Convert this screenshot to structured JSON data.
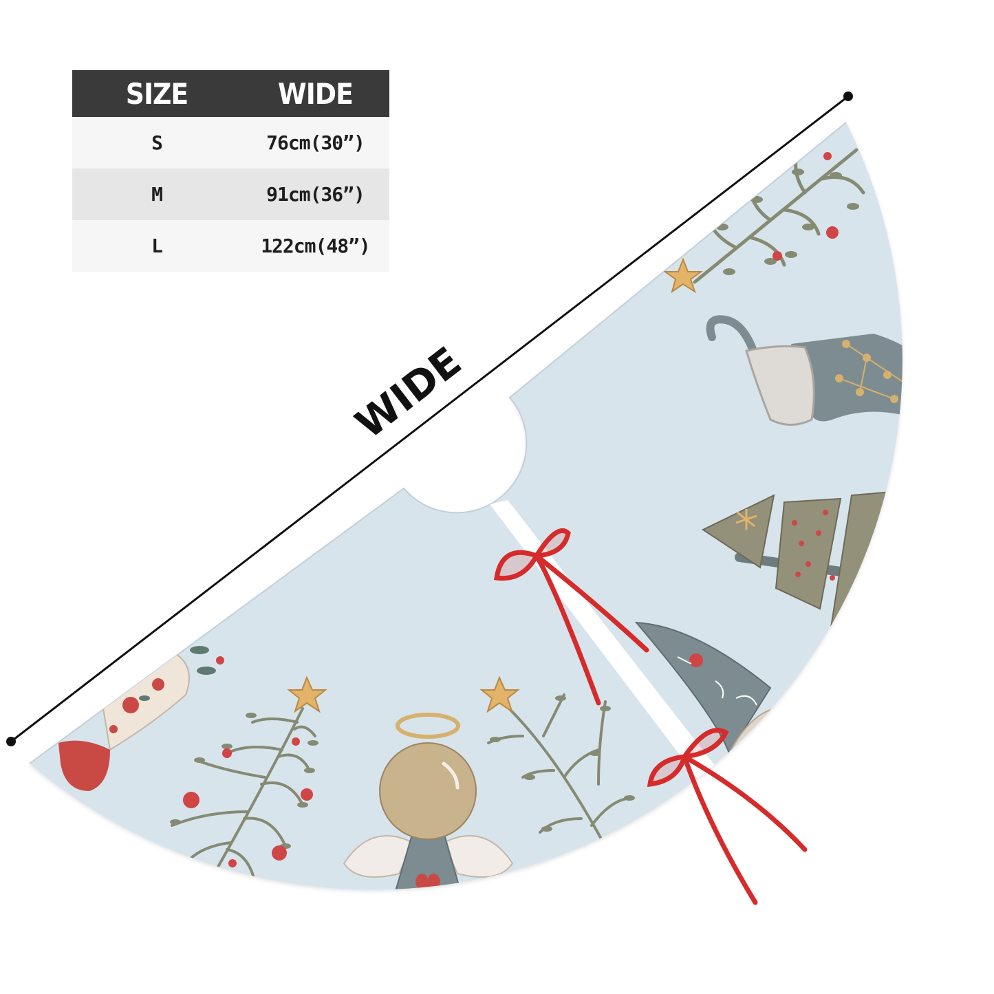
{
  "size_table": {
    "headers": [
      "SIZE",
      "WIDE"
    ],
    "rows": [
      {
        "size": "S",
        "wide": "76cm(30”)"
      },
      {
        "size": "M",
        "wide": "91cm(36”)"
      },
      {
        "size": "L",
        "wide": "122cm(48”)"
      }
    ]
  },
  "dimension": {
    "label": "WIDE"
  },
  "colors": {
    "skirt": "#d8e4ec",
    "ribbon": "#d62b2b",
    "header_bg": "#3a3a3a",
    "ornament_sage": "#858a73",
    "ornament_grey_blue": "#7d8c91",
    "ornament_gold": "#d6b16e"
  },
  "ornaments": [
    "stocking-icon",
    "christmas-tree-icon",
    "angel-icon",
    "branch-icon",
    "gnome-icon",
    "ribbon-bow-icon",
    "star-icon"
  ]
}
